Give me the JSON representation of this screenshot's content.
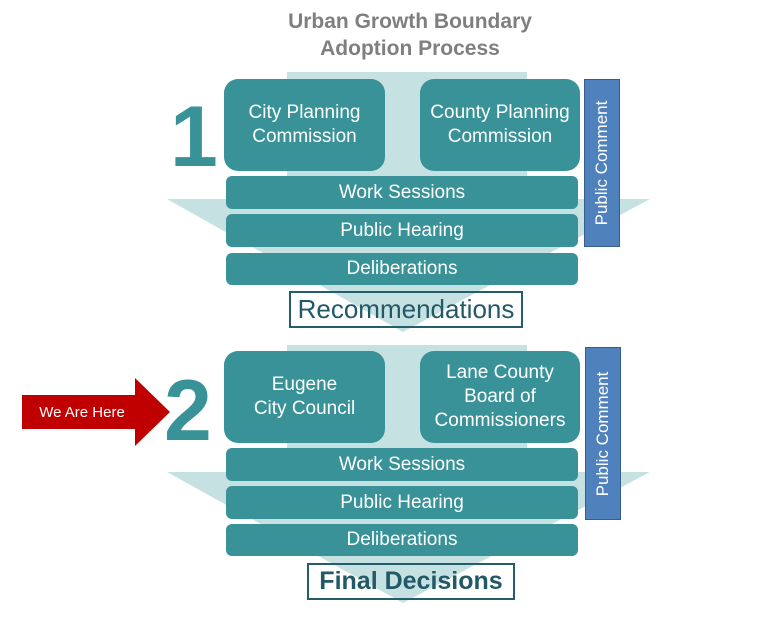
{
  "title": {
    "line1": "Urban  Growth Boundary",
    "line2": "Adoption Process"
  },
  "colors": {
    "teal": "#389298",
    "light_teal": "#c6e1e2",
    "blue": "#4f81bd",
    "red": "#c00000",
    "gray": "#7f7f7f",
    "dark_teal": "#215966"
  },
  "stage1": {
    "number": "1",
    "bodies": [
      "City Planning Commission",
      "County Planning Commission"
    ],
    "body_lines": [
      [
        "City Planning",
        "Commission"
      ],
      [
        "County Planning",
        "Commission"
      ]
    ],
    "steps": [
      "Work Sessions",
      "Public  Hearing",
      "Deliberations"
    ],
    "side_label": "Public Comment",
    "outcome": "Recommendations"
  },
  "stage2": {
    "number": "2",
    "bodies": [
      "Eugene City Council",
      "Lane County Board of Commissioners"
    ],
    "body_lines": [
      [
        "Eugene",
        "City Council"
      ],
      [
        "Lane County",
        "Board of",
        "Commissioners"
      ]
    ],
    "steps": [
      "Work Sessions",
      "Public  Hearing",
      "Deliberations"
    ],
    "side_label": "Public Comment",
    "outcome": "Final Decisions"
  },
  "marker": {
    "label": "We Are Here"
  }
}
